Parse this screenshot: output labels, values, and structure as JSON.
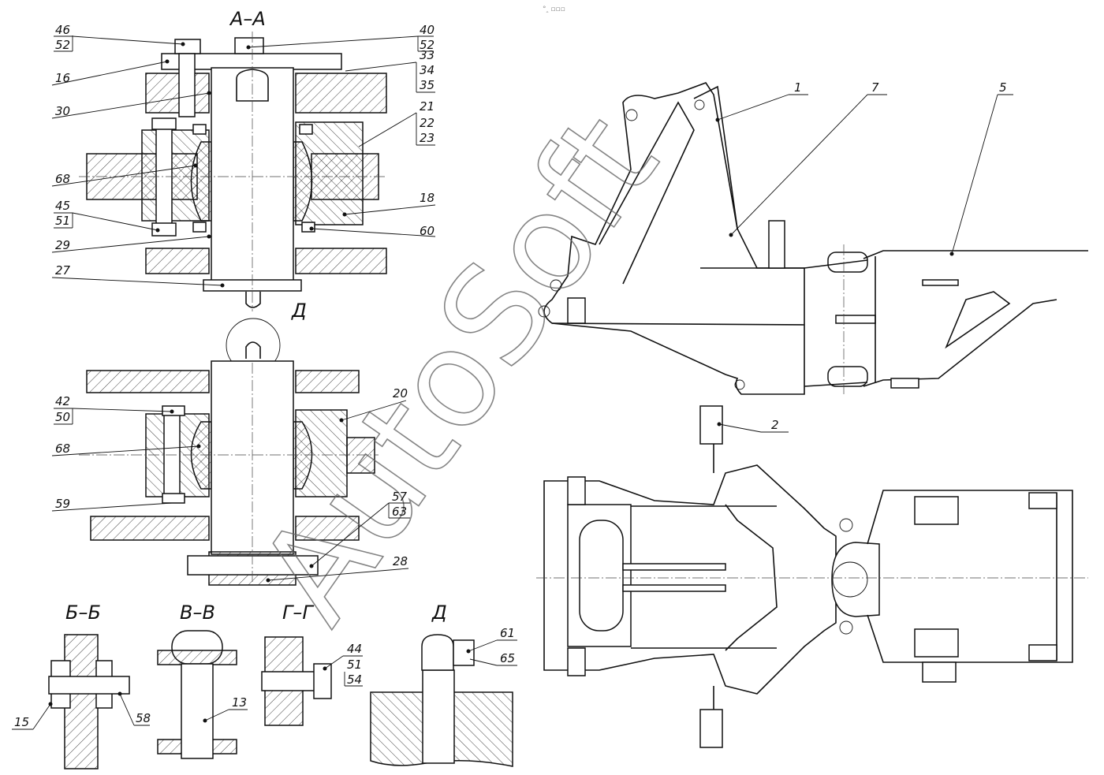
{
  "sections": {
    "aa": "А–А",
    "bb": "Б–Б",
    "vv": "В–В",
    "gg": "Г–Г",
    "d": "Д",
    "d_circle": "Д"
  },
  "watermark": "AutoSoft",
  "corner_mark": "°‸ ▫▫▫",
  "labels": {
    "l46": "46",
    "l52a": "52",
    "l16": "16",
    "l30": "30",
    "l68a": "68",
    "l45": "45",
    "l51a": "51",
    "l29": "29",
    "l27": "27",
    "l40": "40",
    "l52b": "52",
    "l33": "33",
    "l34": "34",
    "l35": "35",
    "l21": "21",
    "l22": "22",
    "l23": "23",
    "l18": "18",
    "l60": "60",
    "l42": "42",
    "l50": "50",
    "l68b": "68",
    "l59": "59",
    "l20": "20",
    "l57": "57",
    "l63": "63",
    "l28": "28",
    "l15": "15",
    "l58": "58",
    "l13": "13",
    "l44": "44",
    "l51b": "51",
    "l54": "54",
    "l61": "61",
    "l65": "65",
    "l1": "1",
    "l7": "7",
    "l5": "5",
    "l2": "2"
  },
  "colors": {
    "line": "#111111",
    "watermark": "#666666"
  }
}
